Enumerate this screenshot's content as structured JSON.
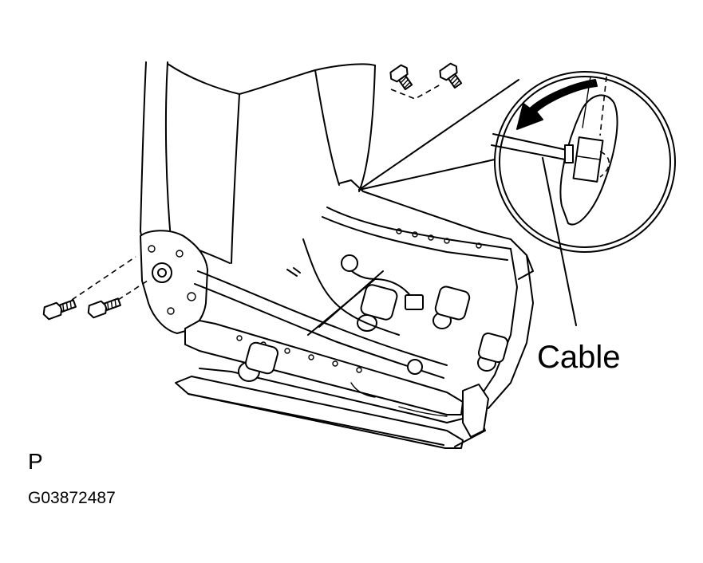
{
  "callouts": {
    "cable": "Cable"
  },
  "view_letter": "P",
  "figure_code": "G03872487",
  "icons": {
    "rotation_arrow": "curved-arrow-icon",
    "bolt": "bolt-icon"
  },
  "colors": {
    "ink": "#000000",
    "paper": "#ffffff"
  }
}
